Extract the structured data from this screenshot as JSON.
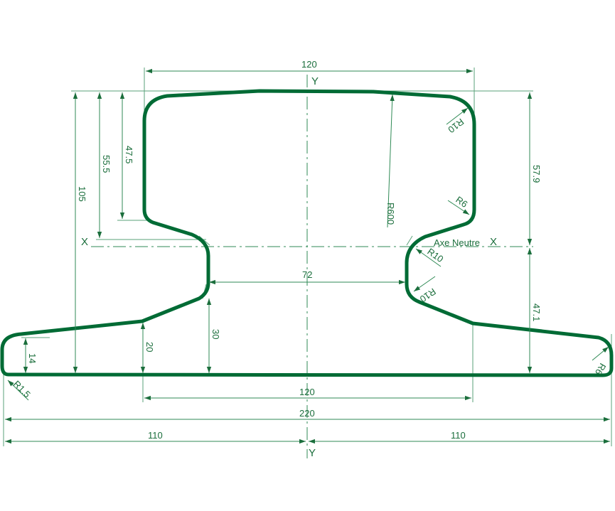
{
  "colors": {
    "profile": "#006b35",
    "dimension": "#2f8a55",
    "text": "#1b6e3c"
  },
  "axes": {
    "y_top": "Y",
    "y_bottom": "Y",
    "x_left": "X",
    "x_right": "X",
    "neutral_axis": "Axe Neutre"
  },
  "dimensions": {
    "head_width": "120",
    "total_height": "105",
    "neutral_to_top": "55.5",
    "head_depth": "47.5",
    "upper_height": "57.9",
    "lower_height": "47.1",
    "web_width": "72",
    "web_base_height": "30",
    "foot_rise": "20",
    "foot_edge": "14",
    "foot_inner_width": "120",
    "foot_width": "220",
    "half_left": "110",
    "half_right": "110"
  },
  "radii": {
    "crown": "R600",
    "head_top_corner": "R10",
    "head_bottom_corner": "R6",
    "web_top": "R10",
    "web_bottom": "R10",
    "foot_right": "R6",
    "foot_left": "R1.5"
  }
}
